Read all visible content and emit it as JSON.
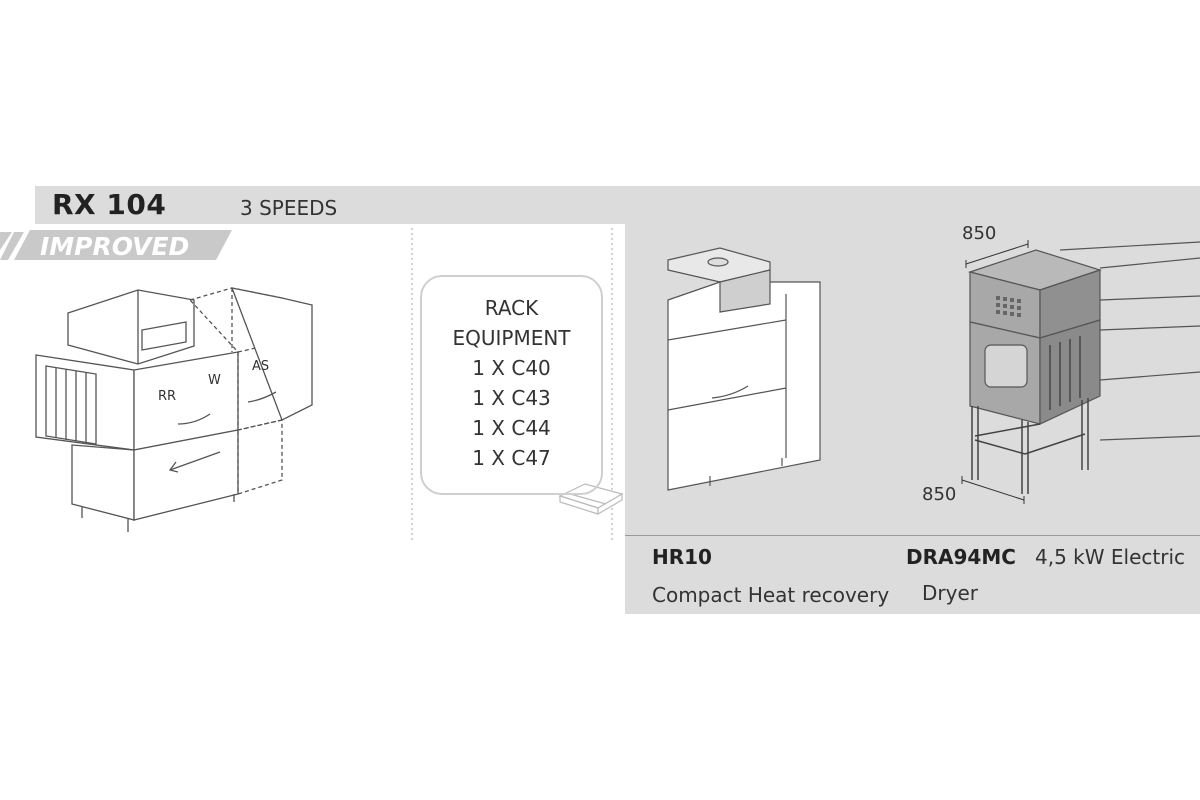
{
  "header": {
    "model": "RX 104",
    "speeds": "3 SPEEDS",
    "badge": "IMPROVED"
  },
  "machine_labels": {
    "rr": "RR",
    "w": "W",
    "as": "AS"
  },
  "rack": {
    "lines": [
      "RACK",
      "EQUIPMENT",
      "1 X C40",
      "1 X C43",
      "1 X C44",
      "1 X C47"
    ]
  },
  "dimensions": {
    "top": "850",
    "bottom": "850"
  },
  "accessories": {
    "hr_code": "HR10",
    "hr_desc": "Compact Heat recovery",
    "dra_code": "DRA94MC",
    "dra_power": "4,5 kW Electric",
    "dra_desc": "Dryer"
  },
  "colors": {
    "panel_gray": "#dcdcdc",
    "line": "#555555"
  }
}
